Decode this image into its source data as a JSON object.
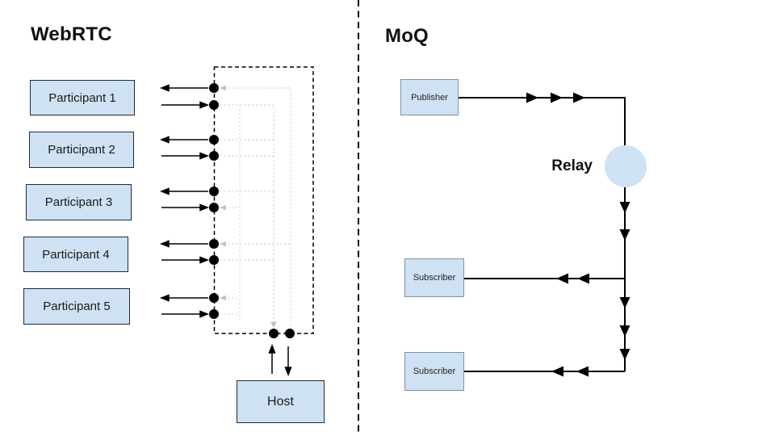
{
  "webrtc": {
    "title": "WebRTC",
    "participants": [
      {
        "label": "Participant 1"
      },
      {
        "label": "Participant 2"
      },
      {
        "label": "Participant 3"
      },
      {
        "label": "Participant 4"
      },
      {
        "label": "Participant 5"
      }
    ],
    "host": {
      "label": "Host"
    }
  },
  "moq": {
    "title": "MoQ",
    "publisher": {
      "label": "Publisher"
    },
    "relay": {
      "label": "Relay"
    },
    "subscribers": [
      {
        "label": "Subscriber"
      },
      {
        "label": "Subscriber"
      }
    ]
  },
  "colors": {
    "box_fill": "#cfe2f3",
    "dark_border": "#1f2a36",
    "blue_border": "#7d93a8",
    "line": "#000000",
    "mesh_gray": "#d9d9d9",
    "mesh_arrow_gray": "#c2c2c2",
    "background": "#ffffff"
  }
}
